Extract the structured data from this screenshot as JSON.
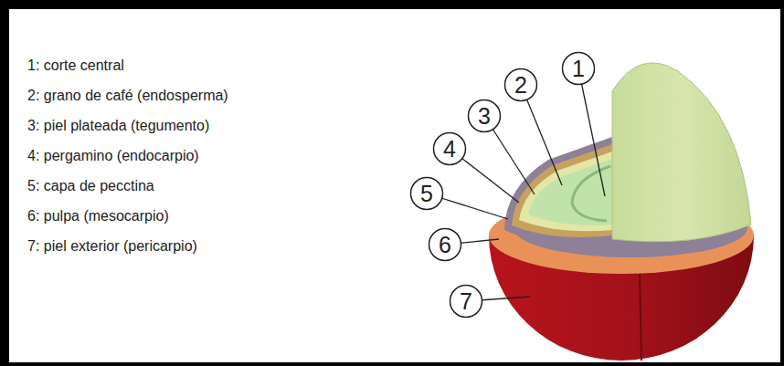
{
  "diagram": {
    "nodes": [
      {
        "text": [
          "1"
        ]
      },
      {
        "text": [
          "2"
        ]
      },
      {
        "text": [
          "3"
        ]
      },
      {
        "text": [
          "4"
        ]
      },
      {
        "text": [
          "5"
        ]
      },
      {
        "text": [
          "6"
        ]
      },
      {
        "text": [
          "7"
        ]
      }
    ],
    "labels": [
      "1: corte central",
      "2: grano de café (endosperma)",
      "3: piel plateada (tegumento)",
      "4: pergamino (endocarpio)",
      "5: capa de pecctina",
      "6: pulpa (mesocarpio)",
      "7: piel exterior (pericarpio)"
    ]
  }
}
